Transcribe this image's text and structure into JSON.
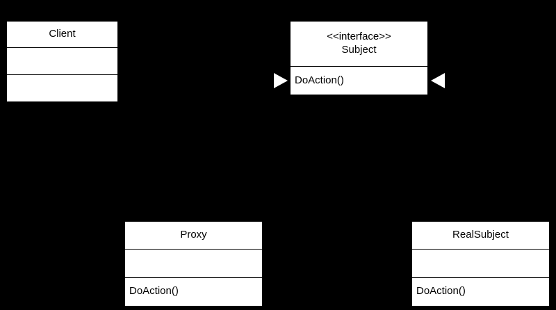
{
  "diagram": {
    "type": "uml-class-diagram",
    "pattern": "Proxy",
    "background_color": "#000000",
    "box_fill_color": "#ffffff",
    "line_color": "#000000",
    "arrowhead_color": "#ffffff"
  },
  "classes": {
    "client": {
      "name": "Client",
      "stereotype": "",
      "attributes": "",
      "operations": ""
    },
    "subject": {
      "stereotype": "<<interface>>",
      "name": "Subject",
      "operations": "DoAction()"
    },
    "proxy": {
      "name": "Proxy",
      "attributes": "",
      "operations": "DoAction()"
    },
    "real_subject": {
      "name": "RealSubject",
      "attributes": "",
      "operations": "DoAction()"
    }
  },
  "connectors": [
    {
      "id": "client-to-subject",
      "from": "Client",
      "to": "Subject",
      "arrow": "triangle-right",
      "relationship": "association"
    },
    {
      "id": "proxy-to-subject",
      "from": "Proxy",
      "to": "Subject",
      "arrow": "triangle-left",
      "relationship": "realization"
    },
    {
      "id": "realsubject-to-subject",
      "from": "RealSubject",
      "to": "Subject",
      "arrow": "triangle-left",
      "relationship": "realization"
    },
    {
      "id": "proxy-to-realsubject",
      "from": "Proxy",
      "to": "RealSubject",
      "arrow": "none",
      "relationship": "association"
    }
  ]
}
